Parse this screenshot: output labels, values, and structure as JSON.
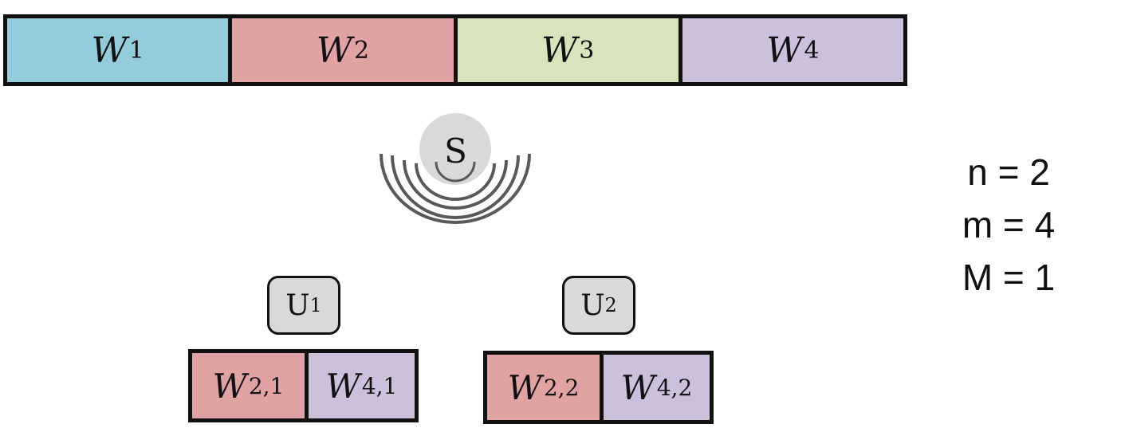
{
  "file": {
    "subfiles": [
      {
        "symbol": "W",
        "index": "1",
        "color": "#93cddc"
      },
      {
        "symbol": "W",
        "index": "2",
        "color": "#e0a2a2"
      },
      {
        "symbol": "W",
        "index": "3",
        "color": "#d8e4bc"
      },
      {
        "symbol": "W",
        "index": "4",
        "color": "#ccc0da"
      }
    ]
  },
  "server": {
    "label": "S",
    "fill": "#d9d9d9",
    "wave_color": "#595959"
  },
  "params": {
    "n": "n = 2",
    "m": "m = 4",
    "M": "M = 1"
  },
  "users": [
    {
      "letter": "U",
      "index": "1",
      "cache": [
        {
          "symbol": "W",
          "index": "2,1",
          "color": "#e0a2a2"
        },
        {
          "symbol": "W",
          "index": "4,1",
          "color": "#ccc0da"
        }
      ]
    },
    {
      "letter": "U",
      "index": "2",
      "cache": [
        {
          "symbol": "W",
          "index": "2,2",
          "color": "#e0a2a2"
        },
        {
          "symbol": "W",
          "index": "4,2",
          "color": "#ccc0da"
        }
      ]
    }
  ]
}
